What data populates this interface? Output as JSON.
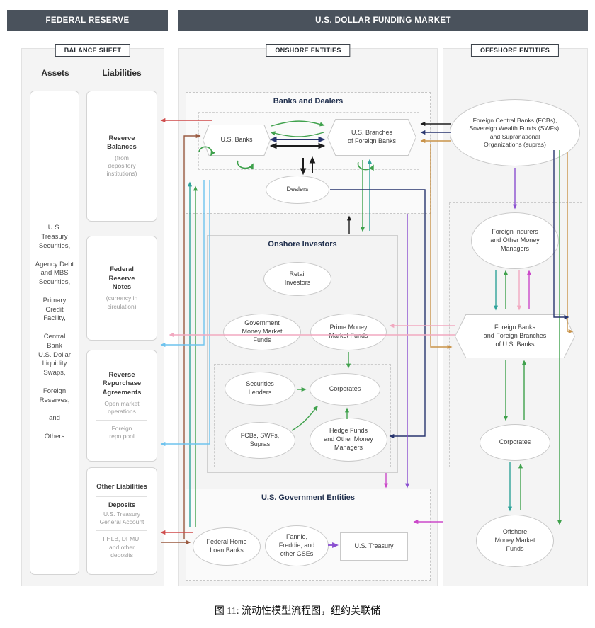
{
  "header": {
    "left": "FEDERAL RESERVE",
    "right": "U.S. DOLLAR FUNDING MARKET"
  },
  "balance_sheet": {
    "title": "BALANCE SHEET",
    "assets_header": "Assets",
    "liabilities_header": "Liabilities",
    "assets": "U.S.\nTreasury\nSecurities,\n\nAgency Debt\nand MBS\nSecurities,\n\nPrimary\nCredit\nFacility,\n\nCentral\nBank\nU.S. Dollar\nLiquidity\nSwaps,\n\nForeign\nReserves,\n\nand\n\nOthers",
    "reserve_balances": {
      "main": "Reserve\nBalances",
      "sub": "(from\ndepository\ninstitutions)"
    },
    "federal_reserve_notes": {
      "main": "Federal\nReserve\nNotes",
      "sub": "(currency in\ncirculation)"
    },
    "reverse_repo": {
      "main": "Reverse\nRepurchase\nAgreements",
      "sub1": "Open market\noperations",
      "sub2": "Foreign\nrepo pool"
    },
    "other_liabilities": {
      "main": "Other Liabilities",
      "deposits": "Deposits",
      "sub1": "U.S. Treasury\nGeneral Account",
      "sub2": "FHLB, DFMU,\nand other\ndeposits"
    }
  },
  "onshore": {
    "title": "ONSHORE ENTITIES",
    "banks_dealers": {
      "title": "Banks and Dealers",
      "us_banks": "U.S. Banks",
      "us_branches": "U.S. Branches\nof Foreign Banks",
      "dealers": "Dealers"
    },
    "investors": {
      "title": "Onshore Investors",
      "retail": "Retail\nInvestors",
      "gov_mmf": "Government\nMoney Market\nFunds",
      "prime_mmf": "Prime Money\nMarket Funds",
      "sec_lenders": "Securities\nLenders",
      "corporates": "Corporates",
      "fcbs": "FCBs, SWFs,\nSupras",
      "hedge_funds": "Hedge Funds\nand Other Money\nManagers"
    },
    "government": {
      "title": "U.S. Government Entities",
      "fhlb": "Federal Home\nLoan Banks",
      "gses": "Fannie,\nFreddie, and\nother GSEs",
      "treasury": "U.S. Treasury"
    }
  },
  "offshore": {
    "title": "OFFSHORE ENTITIES",
    "fcbs": "Foreign Central Banks (FCBs),\nSovereign Wealth Funds (SWFs),\nand Supranational\nOrganizations (supras)",
    "insurers": "Foreign Insurers\nand Other Money\nManagers",
    "foreign_banks": "Foreign Banks\nand Foreign Branches\nof U.S. Banks",
    "corporates": "Corporates",
    "mmf": "Offshore\nMoney Market\nFunds"
  },
  "caption": "图 11: 流动性模型流程图，纽约美联储",
  "palette": {
    "header_bar": "#4a525c",
    "green": "#3fa14c",
    "navy": "#28356e",
    "black": "#1c1c1c",
    "red": "#cf4a4a",
    "maroon": "#9a5b41",
    "teal": "#2fa39a",
    "light_blue": "#6fc3ee",
    "orange": "#c99349",
    "purple": "#8a4fd0",
    "magenta": "#cb49c9",
    "pink": "#f2a9c0"
  }
}
